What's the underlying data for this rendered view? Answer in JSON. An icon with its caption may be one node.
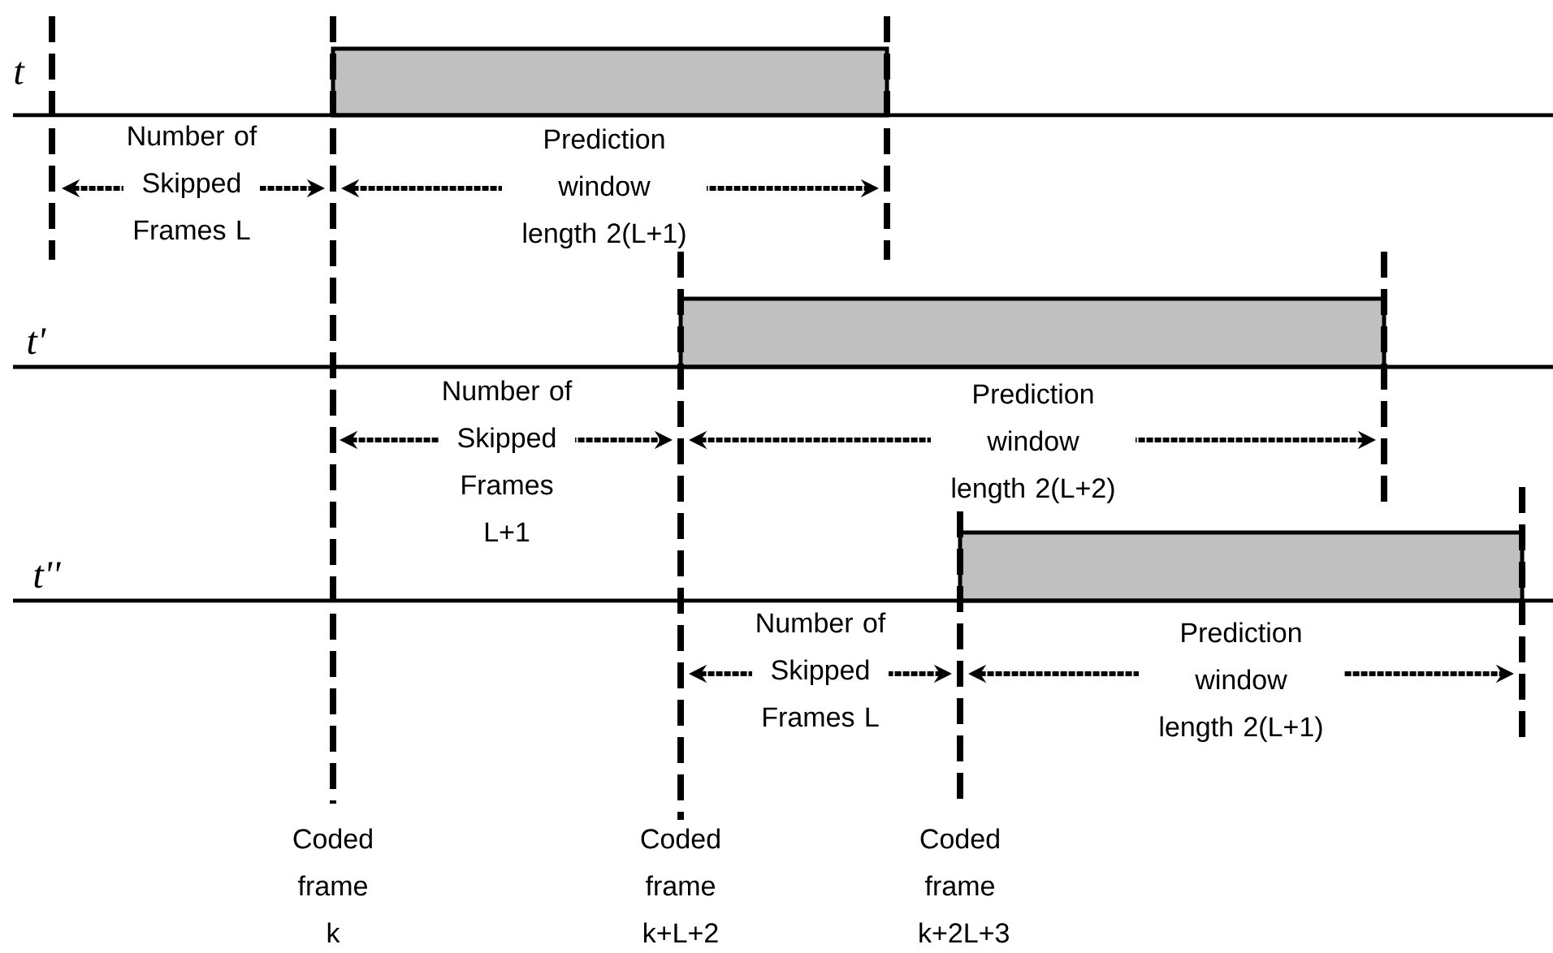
{
  "diagram": {
    "nodes": [
      {
        "text": [],
        "shape": "bar"
      },
      {
        "text": [],
        "shape": "bar"
      },
      {
        "text": [],
        "shape": "bar"
      }
    ],
    "labels": [
      "t",
      "Number of Skipped Frames L",
      "Prediction window length 2(L+1)",
      "t'",
      "Number of Skipped Frames L+1",
      "Prediction window length 2(L+2)",
      "t''",
      "Number of Skipped Frames L",
      "Prediction window length 2(L+1)",
      "Coded frame k",
      "Coded frame k+L+2",
      "Coded frame k+2L+3"
    ]
  }
}
